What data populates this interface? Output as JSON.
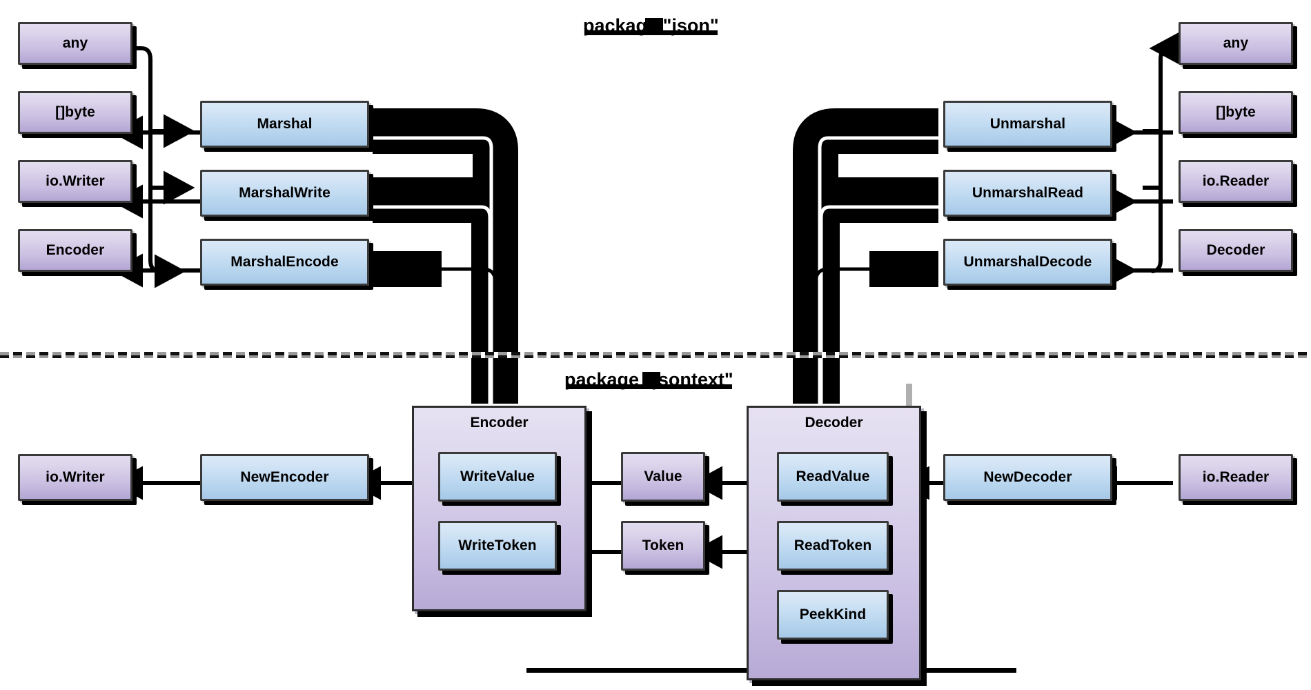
{
  "diagram": {
    "title_top": "package \"json\"",
    "title_bottom": "package \"jsontext\"",
    "colors": {
      "purple_fill": "#c9bee1",
      "blue_fill": "#bcd8f0",
      "border": "#3a3a3a",
      "connector": "#000000",
      "divider_gray": "#9a9a9a"
    }
  },
  "json_package": {
    "label": "package \"json\"",
    "left_types": [
      {
        "id": "any-left",
        "label": "any"
      },
      {
        "id": "bytes-left",
        "label": "[]byte"
      },
      {
        "id": "iowriter-left",
        "label": "io.Writer"
      },
      {
        "id": "encoder-type-left",
        "label": "Encoder"
      }
    ],
    "left_funcs": [
      {
        "id": "marshal",
        "label": "Marshal"
      },
      {
        "id": "marshal-write",
        "label": "MarshalWrite"
      },
      {
        "id": "marshal-encode",
        "label": "MarshalEncode"
      }
    ],
    "right_funcs": [
      {
        "id": "unmarshal",
        "label": "Unmarshal"
      },
      {
        "id": "unmarshal-read",
        "label": "UnmarshalRead"
      },
      {
        "id": "unmarshal-decode",
        "label": "UnmarshalDecode"
      }
    ],
    "right_types": [
      {
        "id": "any-right",
        "label": "any"
      },
      {
        "id": "bytes-right",
        "label": "[]byte"
      },
      {
        "id": "ioreader-right",
        "label": "io.Reader"
      },
      {
        "id": "decoder-type-right",
        "label": "Decoder"
      }
    ]
  },
  "jsontext_package": {
    "label": "package \"jsontext\"",
    "encoder_group": {
      "id": "encoder-group",
      "title": "Encoder",
      "methods": [
        {
          "id": "write-value",
          "label": "WriteValue"
        },
        {
          "id": "write-token",
          "label": "WriteToken"
        }
      ]
    },
    "decoder_group": {
      "id": "decoder-group",
      "title": "Decoder",
      "methods": [
        {
          "id": "read-value",
          "label": "ReadValue"
        },
        {
          "id": "read-token",
          "label": "ReadToken"
        },
        {
          "id": "peek-kind",
          "label": "PeekKind"
        }
      ]
    },
    "middle_types": [
      {
        "id": "value-type",
        "label": "Value"
      },
      {
        "id": "token-type",
        "label": "Token"
      }
    ],
    "constructors": [
      {
        "id": "new-encoder",
        "label": "NewEncoder"
      },
      {
        "id": "new-decoder",
        "label": "NewDecoder"
      }
    ],
    "io_types": [
      {
        "id": "iowriter-bottom",
        "label": "io.Writer"
      },
      {
        "id": "ioreader-bottom",
        "label": "io.Reader"
      }
    ]
  }
}
